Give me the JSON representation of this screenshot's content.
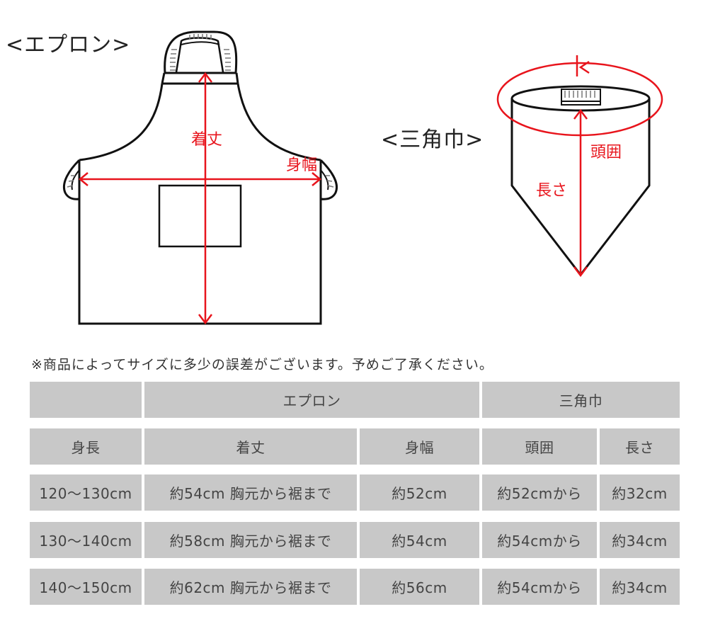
{
  "diagrams": {
    "apron": {
      "title": "<エプロン>",
      "measure_length_label": "着丈",
      "measure_width_label": "身幅"
    },
    "triangle_cap": {
      "title": "<三角巾>",
      "measure_circumference_label": "頭囲",
      "measure_length_label": "長さ"
    },
    "colors": {
      "outline": "#111111",
      "measure": "#e8141c",
      "table_cell": "#c8c8c8"
    }
  },
  "note": "※商品によってサイズに多少の誤差がございます。予めご了承ください。",
  "size_table": {
    "group_headers": [
      "",
      "エプロン",
      "三角巾"
    ],
    "column_headers": [
      "身長",
      "着丈",
      "身幅",
      "頭囲",
      "長さ"
    ],
    "rows": [
      {
        "height": "120〜130cm",
        "length": "約54cm 胸元から裾まで",
        "width": "約52cm",
        "head": "約52cmから",
        "cap_length": "約32cm"
      },
      {
        "height": "130〜140cm",
        "length": "約58cm 胸元から裾まで",
        "width": "約54cm",
        "head": "約54cmから",
        "cap_length": "約34cm"
      },
      {
        "height": "140〜150cm",
        "length": "約62cm 胸元から裾まで",
        "width": "約56cm",
        "head": "約54cmから",
        "cap_length": "約34cm"
      }
    ]
  }
}
